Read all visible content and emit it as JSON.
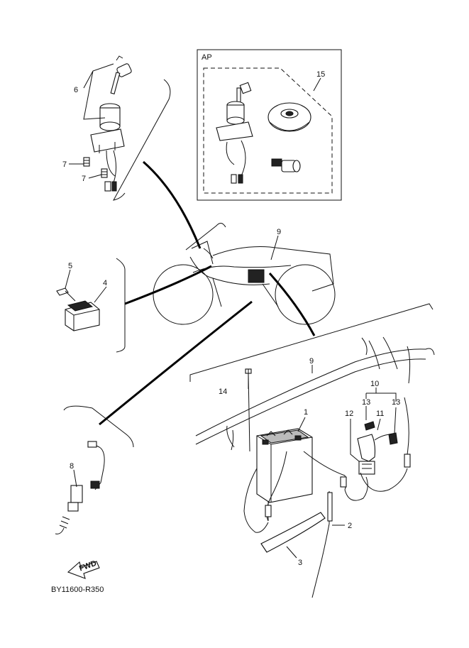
{
  "diagram": {
    "code": "BY11600-R350",
    "ap_box_label": "AP",
    "fwd_label": "FWD",
    "callouts": {
      "c1": "1",
      "c2": "2",
      "c3": "3",
      "c4": "4",
      "c5": "5",
      "c6": "6",
      "c7a": "7",
      "c7b": "7",
      "c8": "8",
      "c9a": "9",
      "c9b": "9",
      "c10": "10",
      "c11": "11",
      "c12": "12",
      "c13a": "13",
      "c13b": "13",
      "c14": "14",
      "c15": "15"
    }
  }
}
